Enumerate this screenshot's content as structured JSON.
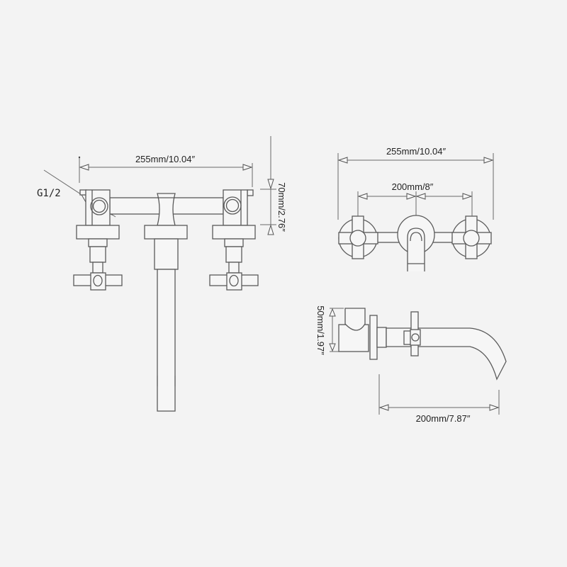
{
  "diagram": {
    "type": "technical-drawing",
    "subject": "wall-mounted three-hole basin faucet with cross handles",
    "front_view": {
      "width_label": "255mm/10.04″",
      "height_label": "70mm/2.76″",
      "thread_label": "G1/2"
    },
    "top_view": {
      "outer_width_label": "255mm/10.04″",
      "center_spacing_label": "200mm/8″"
    },
    "side_view": {
      "height_label": "50mm/1.97″",
      "spout_reach_label": "200mm/7.87″"
    },
    "colors": {
      "background": "#f3f3f3",
      "line": "#5a5a5a",
      "text": "#222222"
    }
  }
}
